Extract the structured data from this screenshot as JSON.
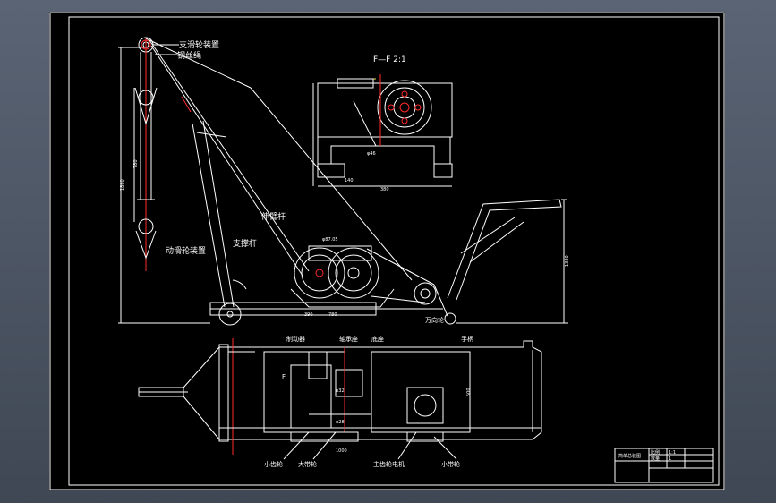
{
  "section_title": "F—F 2:1",
  "labels": {
    "fixed_pulley": "支滑轮装置",
    "wire_rope": "钢丝绳",
    "movable_pulley": "动滑轮装置",
    "telescopic_rod": "伸臂杆",
    "support_rod": "支撑杆",
    "side_view_f": "F",
    "brake": "制动器",
    "bearing_seat": "轴承座",
    "base": "底座",
    "handle": "手柄",
    "small_pulley": "小齿轮",
    "big_pulley": "大带轮",
    "motor": "主齿轮电机",
    "small_belt_wheel": "小带轮",
    "caster": "万向轮"
  },
  "title_block": {
    "drawing_name": "简单总装图",
    "scale_label": "比例",
    "scale_value": "1:1",
    "sheet_label": "数量",
    "sheet_value": "1"
  },
  "colors": {
    "sheet": "#000000",
    "line": "#ffffff",
    "center_line": "#ff2a2a",
    "accent": "#e8e850"
  }
}
